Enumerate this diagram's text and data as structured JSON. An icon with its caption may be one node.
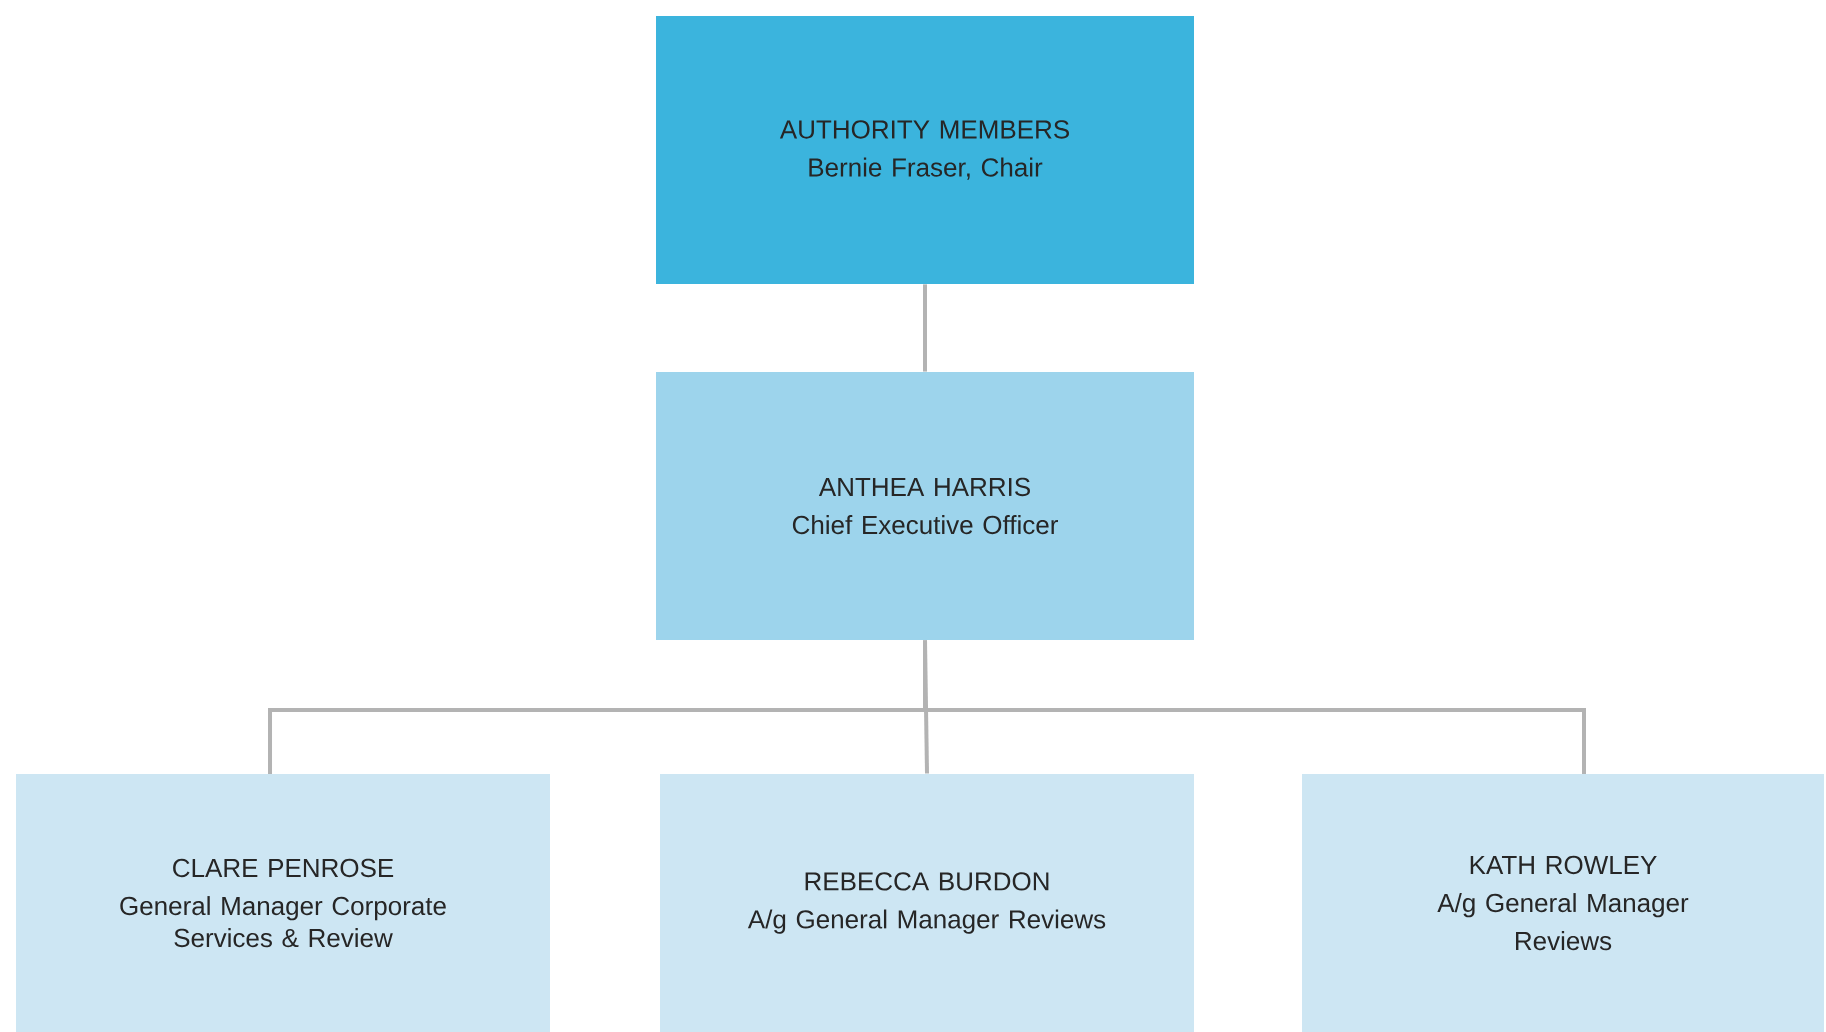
{
  "diagram": {
    "nodes": [
      {
        "text": [
          "AUTHORITY MEMBERS",
          "Bernie Fraser, Chair"
        ]
      },
      {
        "text": [
          "ANTHEA HARRIS",
          "Chief Executive Officer"
        ]
      },
      {
        "text": [
          "CLARE PENROSE",
          "General Manager Corporate Services & Review"
        ]
      },
      {
        "text": [
          "REBECCA BURDON",
          "A/g General Manager Reviews"
        ]
      },
      {
        "text": [
          "KATH ROWLEY",
          "A/g General Manager",
          "Reviews"
        ]
      }
    ],
    "edges": [
      {
        "from": 0,
        "to": 1,
        "arrow": "none"
      },
      {
        "from": 1,
        "to": 2,
        "arrow": "none"
      },
      {
        "from": 1,
        "to": 3,
        "arrow": "none"
      },
      {
        "from": 1,
        "to": 4,
        "arrow": "none"
      }
    ]
  }
}
